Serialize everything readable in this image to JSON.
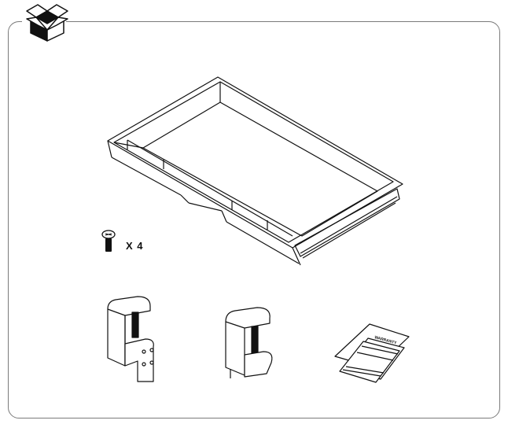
{
  "page": {
    "type": "parts-list-illustration",
    "header_icon": "open-box-icon"
  },
  "parts": [
    {
      "name": "drawer-tray",
      "label": ""
    },
    {
      "name": "screw",
      "quantity_label": "X 4"
    },
    {
      "name": "clamp-with-bracket",
      "label": ""
    },
    {
      "name": "clamp",
      "label": ""
    },
    {
      "name": "warranty-documents",
      "doc_title": "WARRANTY"
    }
  ],
  "colors": {
    "line": "#111111",
    "frame": "#7a7a7a",
    "background": "#ffffff"
  }
}
